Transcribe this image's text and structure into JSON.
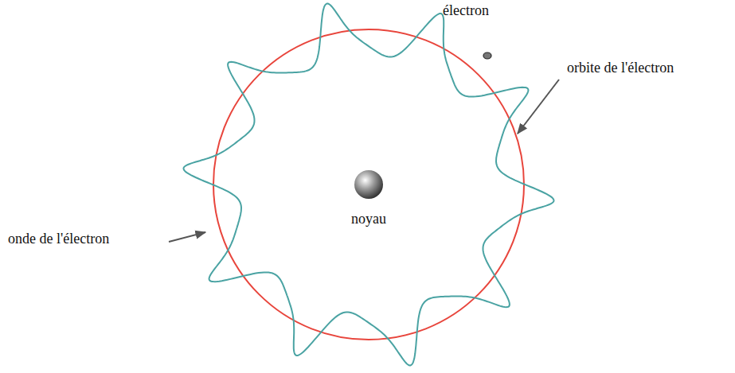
{
  "diagram": {
    "labels": [
      "électron",
      "orbite de l'électron",
      "noyau",
      "onde de l'électron"
    ]
  }
}
